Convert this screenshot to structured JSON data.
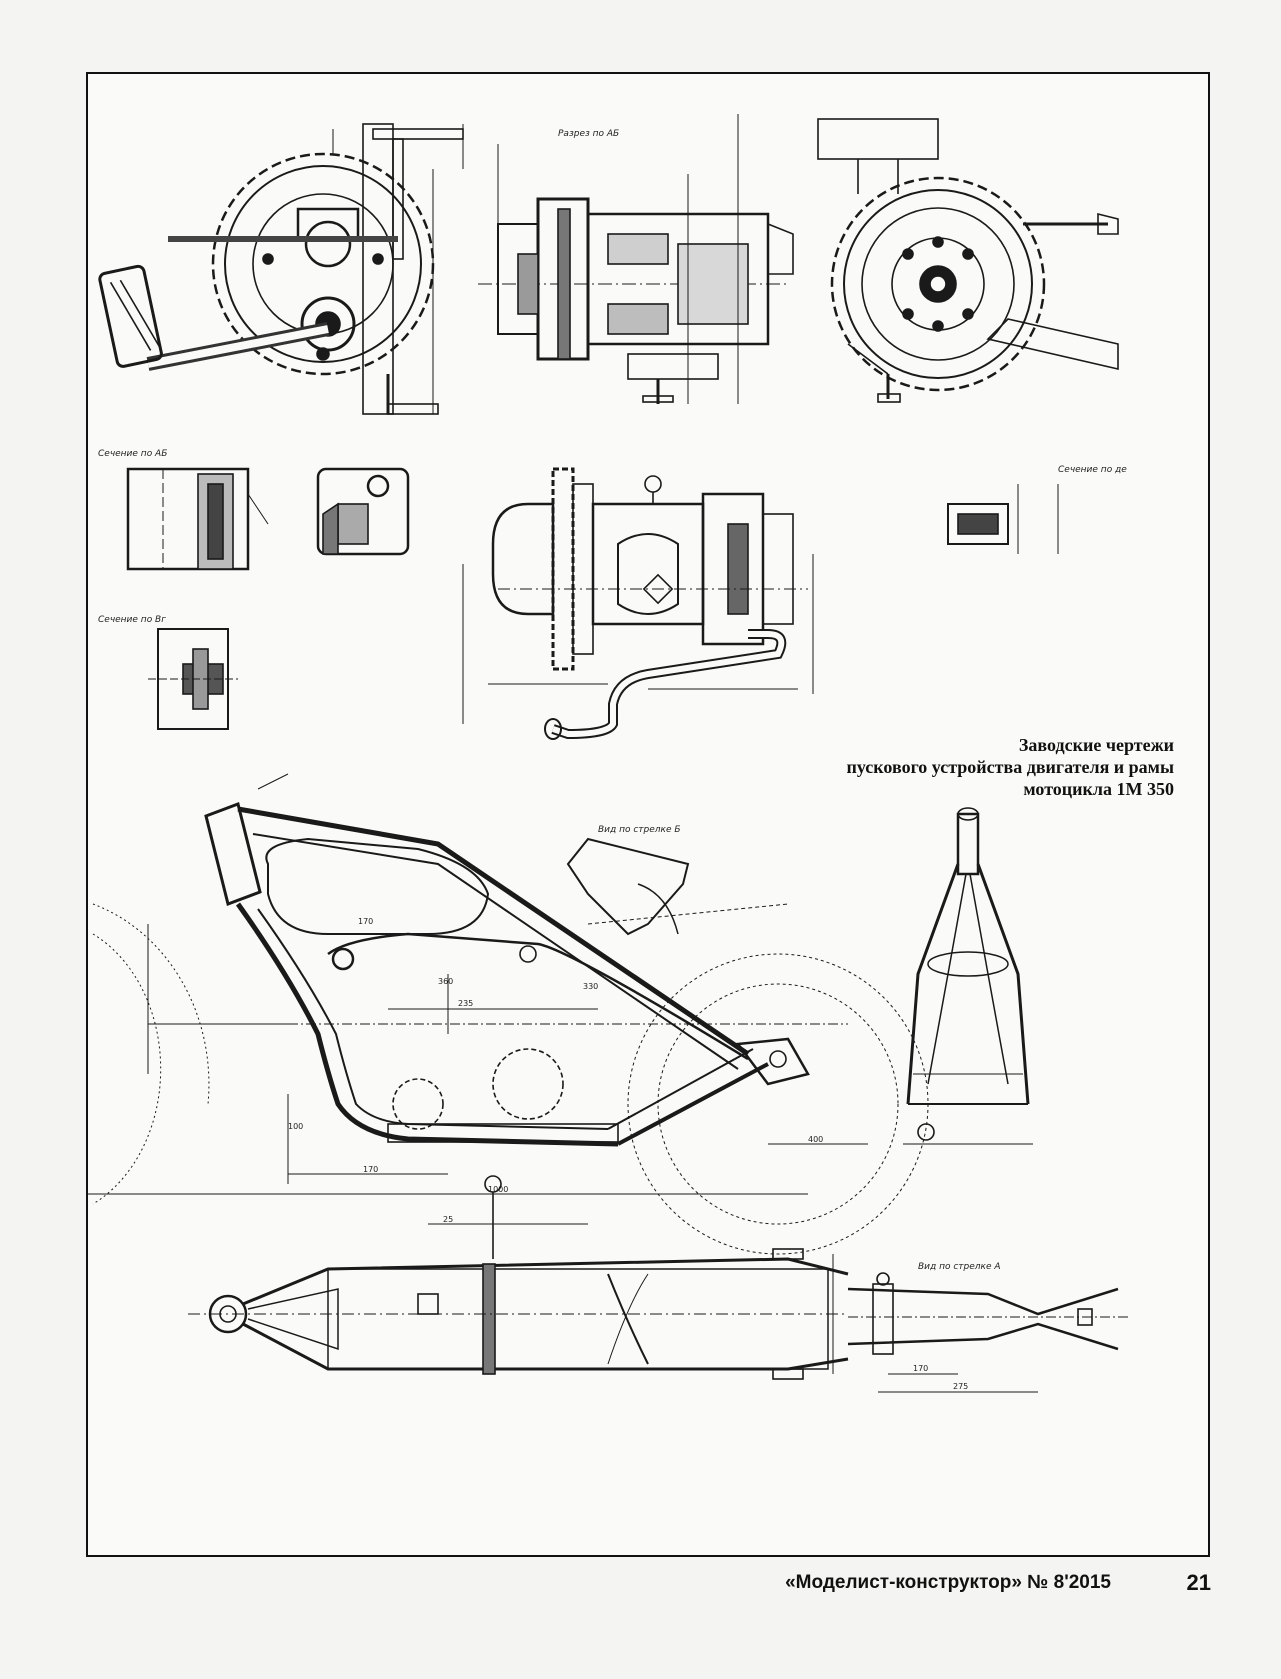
{
  "caption": {
    "line1": "Заводские чертежи",
    "line2": "пускового устройства двигателя и рамы",
    "line3": "мотоцикла 1М 350"
  },
  "labels": {
    "section_ab": "Разрез по АБ",
    "section_ab2": "Сечение по АБ",
    "section_vg": "Сечение по Вг",
    "section_de": "Сечение по де",
    "view_b": "Вид по стрелке Б",
    "view_a": "Вид по стрелке А"
  },
  "dimensions": {
    "d360": "360",
    "d330": "330",
    "d170a": "170",
    "d170b": "170",
    "d170c": "170",
    "d1000": "1000",
    "d235": "235",
    "d275": "275",
    "d400": "400",
    "d100": "100",
    "d25": "25"
  },
  "footer": {
    "magazine": "«Моделист-конструктор» № 8'2015",
    "page": "21"
  }
}
